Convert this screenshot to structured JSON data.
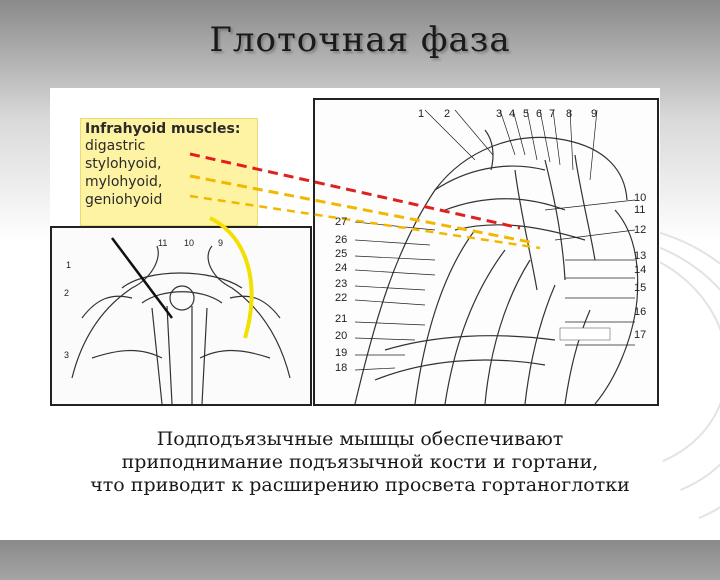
{
  "slide": {
    "title": "Глоточная фаза",
    "caption_lines": [
      "Подподъязычные мышцы обеспечивают",
      "приподнимание подъязычной кости и гортани,",
      "что приводит к расширению просвета гортаноглотки"
    ]
  },
  "figure": {
    "label_box": {
      "heading": "Infrahyoid muscles:",
      "items": [
        "digastric",
        "stylohyoid,",
        "mylohyoid,",
        "geniohyoid"
      ]
    },
    "right_top_numbers": [
      "1",
      "2",
      "3",
      "4",
      "5",
      "6",
      "7",
      "8",
      "9"
    ],
    "right_side_numbers": [
      "10",
      "11",
      "12",
      "13",
      "14",
      "15",
      "16",
      "17"
    ],
    "left_side_numbers": [
      "27",
      "26",
      "25",
      "24",
      "23",
      "22",
      "21",
      "20",
      "19",
      "18"
    ],
    "left_panel_numbers": [
      "11",
      "10",
      "9",
      "1",
      "2",
      "3"
    ],
    "dash_colors": {
      "red": "#e02020",
      "yellow": "#f2b800"
    }
  }
}
